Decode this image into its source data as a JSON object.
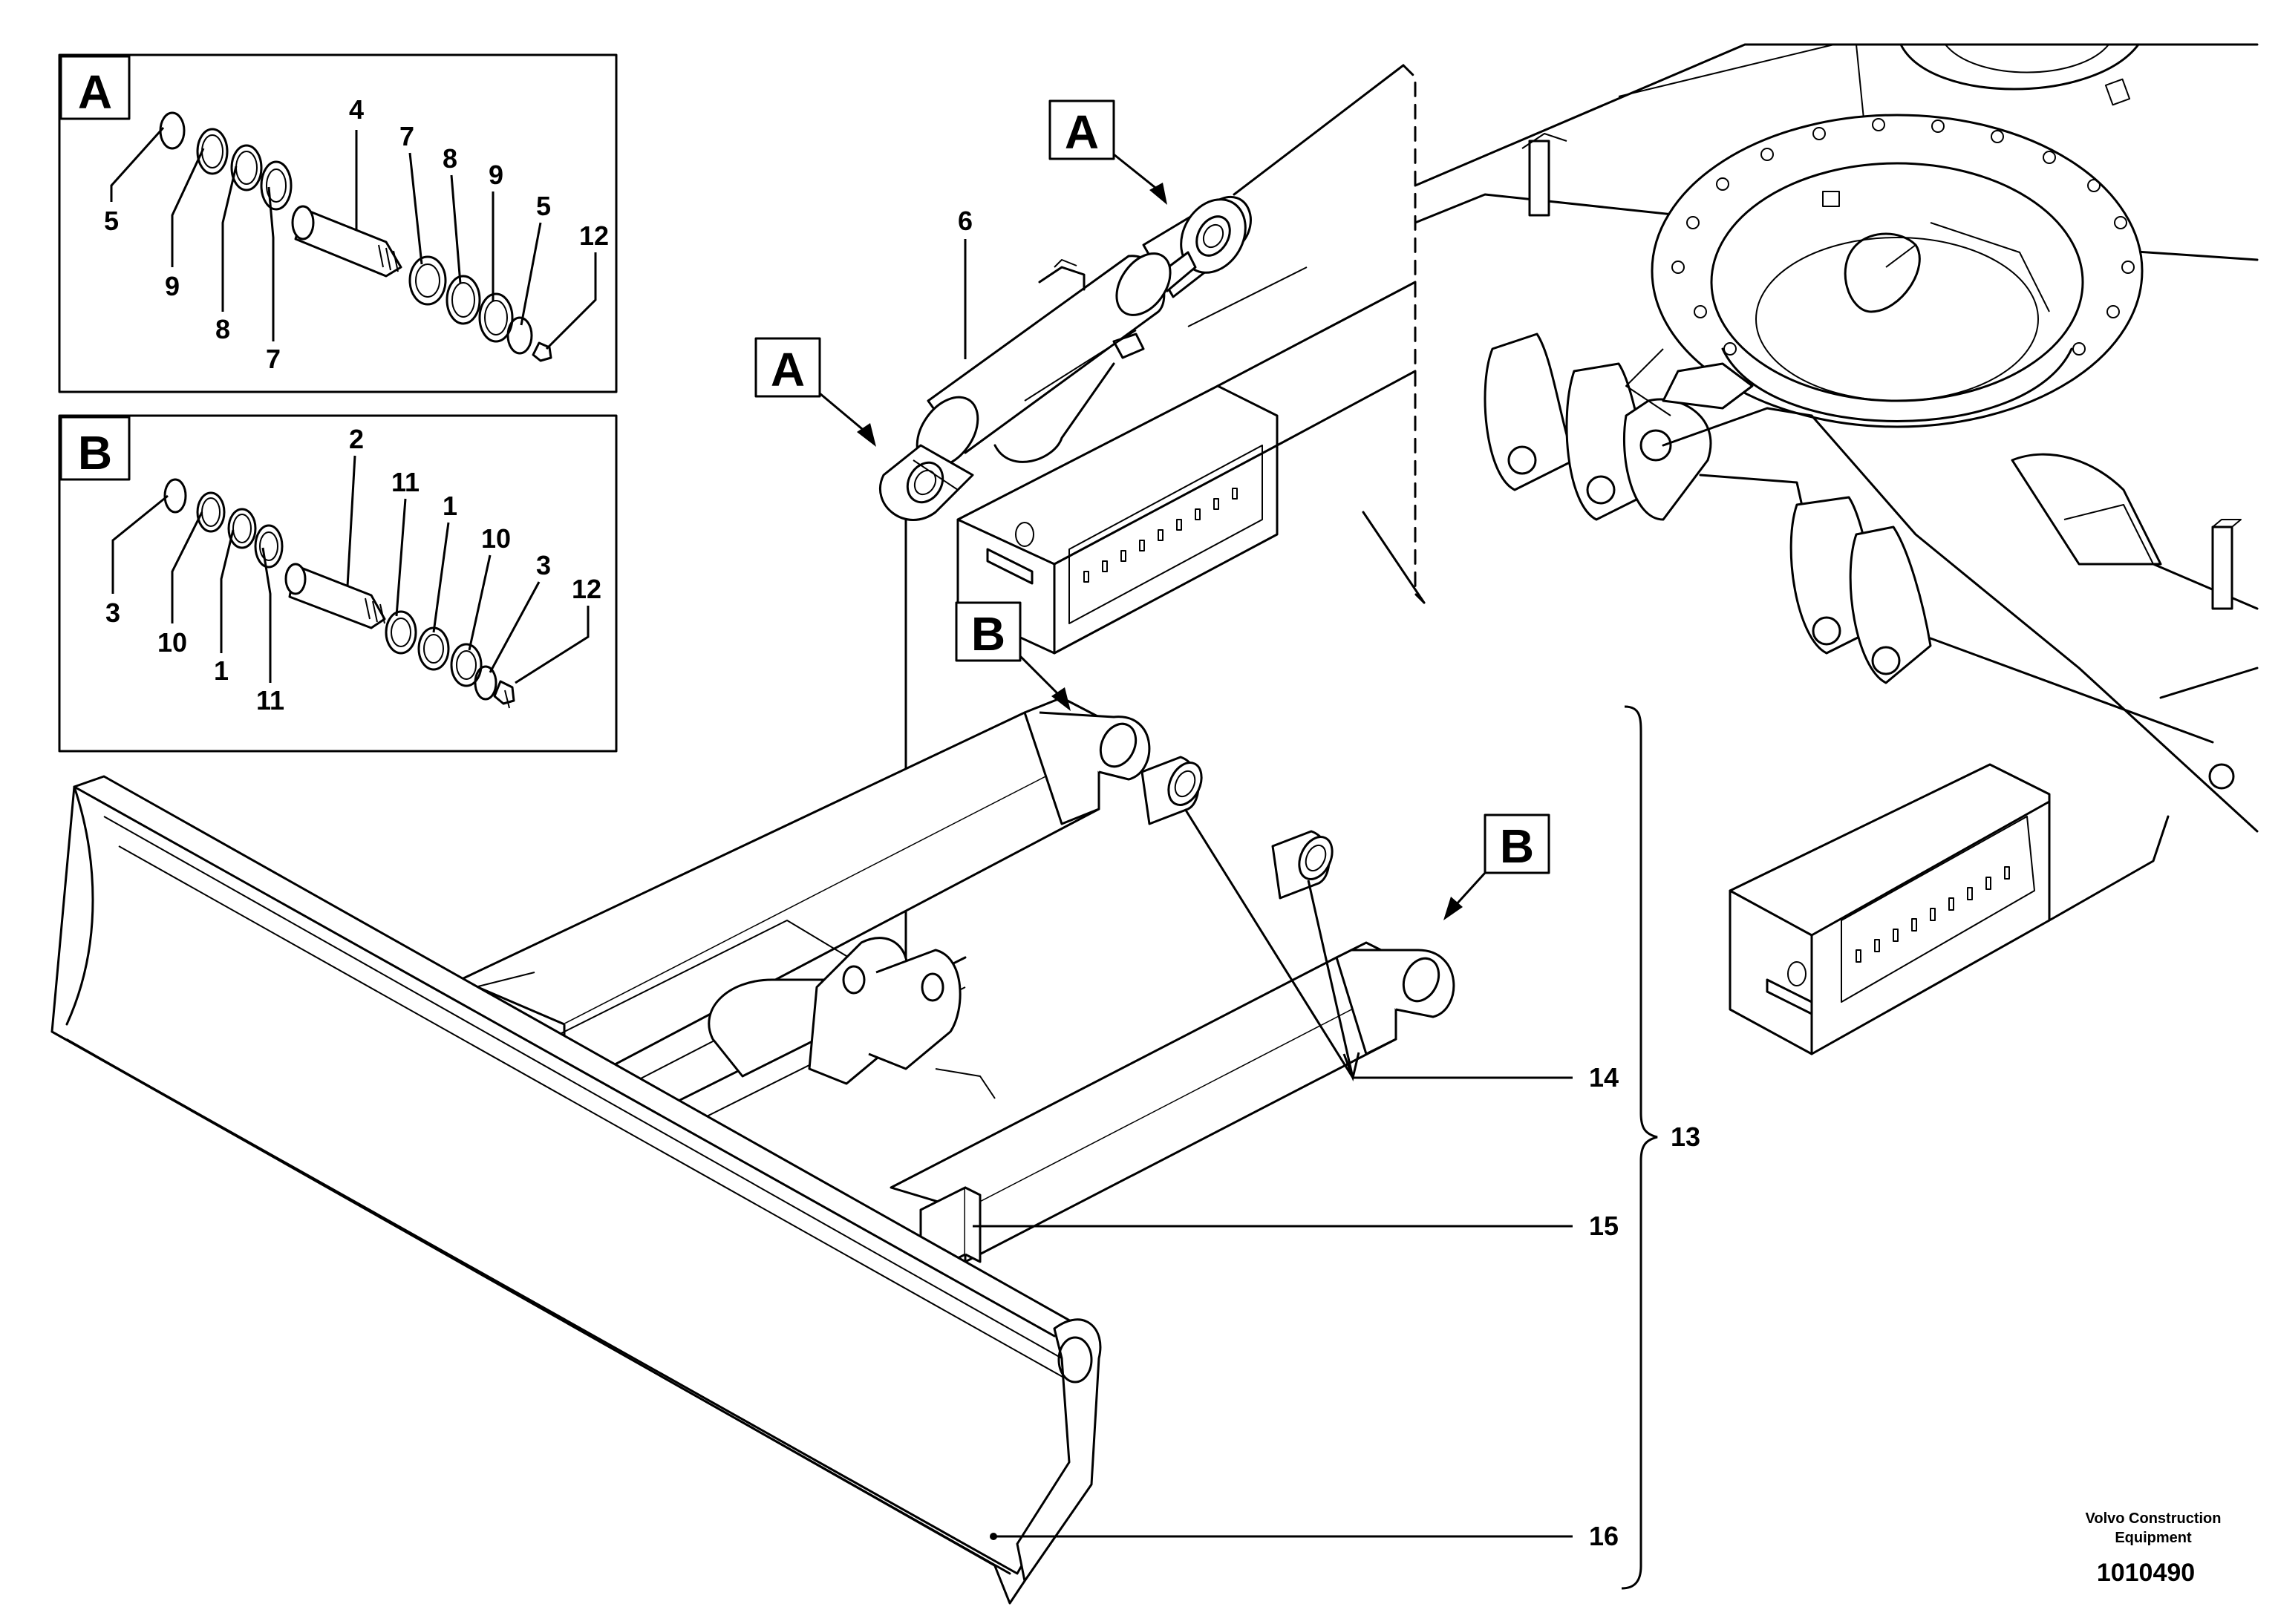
{
  "inset_a": {
    "letter": "A",
    "labels": [
      "5",
      "9",
      "8",
      "7",
      "4",
      "7",
      "8",
      "9",
      "5",
      "12"
    ]
  },
  "inset_b": {
    "letter": "B",
    "labels": [
      "3",
      "10",
      "1",
      "11",
      "2",
      "11",
      "1",
      "10",
      "3",
      "12"
    ]
  },
  "callouts": {
    "cylinder_rod_end": "A",
    "cylinder_base_end": "A",
    "arm_left": "B",
    "arm_right": "B"
  },
  "part_labels": {
    "cylinder": "6",
    "bushing": "14",
    "frame": "15",
    "blade": "16",
    "assembly": "13"
  },
  "footer": {
    "maker_line1": "Volvo Construction",
    "maker_line2": "Equipment",
    "drawing_number": "1010490"
  }
}
